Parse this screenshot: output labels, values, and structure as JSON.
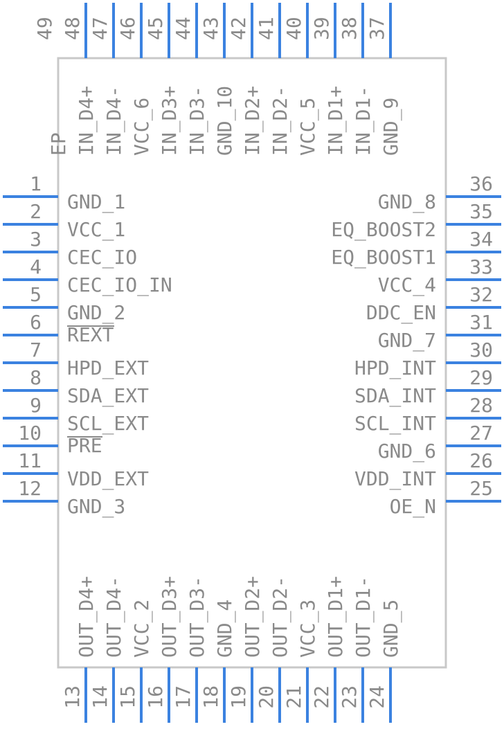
{
  "component": {
    "colors": {
      "body": "#c8c8c8",
      "pin": "#3b82e0",
      "text": "#8a8a8a",
      "background": "#ffffff"
    },
    "left_pins": [
      {
        "num": "1",
        "label": "GND_1"
      },
      {
        "num": "2",
        "label": "VCC_1"
      },
      {
        "num": "3",
        "label": "CEC_IO"
      },
      {
        "num": "4",
        "label": "CEC_IO_IN"
      },
      {
        "num": "5",
        "label": "GND_2"
      },
      {
        "num": "6",
        "label": "REXT",
        "overbar": true
      },
      {
        "num": "7",
        "label": "HPD_EXT"
      },
      {
        "num": "8",
        "label": "SDA_EXT"
      },
      {
        "num": "9",
        "label": "SCL_EXT"
      },
      {
        "num": "10",
        "label": "PRE",
        "overbar": true
      },
      {
        "num": "11",
        "label": "VDD_EXT"
      },
      {
        "num": "12",
        "label": "GND_3"
      }
    ],
    "right_pins": [
      {
        "num": "36",
        "label": "GND_8"
      },
      {
        "num": "35",
        "label": "EQ_BOOST2"
      },
      {
        "num": "34",
        "label": "EQ_BOOST1"
      },
      {
        "num": "33",
        "label": "VCC_4"
      },
      {
        "num": "32",
        "label": "DDC_EN"
      },
      {
        "num": "31",
        "label": "GND_7"
      },
      {
        "num": "30",
        "label": "HPD_INT"
      },
      {
        "num": "29",
        "label": "SDA_INT"
      },
      {
        "num": "28",
        "label": "SCL_INT"
      },
      {
        "num": "27",
        "label": "GND_6"
      },
      {
        "num": "26",
        "label": "VDD_INT"
      },
      {
        "num": "25",
        "label": "OE_N"
      }
    ],
    "top_pins": [
      {
        "num": "49",
        "label": "EP",
        "stub": false
      },
      {
        "num": "48",
        "label": "IN_D4+"
      },
      {
        "num": "47",
        "label": "IN_D4-"
      },
      {
        "num": "46",
        "label": "VCC_6"
      },
      {
        "num": "45",
        "label": "IN_D3+"
      },
      {
        "num": "44",
        "label": "IN_D3-"
      },
      {
        "num": "43",
        "label": "GND_10"
      },
      {
        "num": "42",
        "label": "IN_D2+"
      },
      {
        "num": "41",
        "label": "IN_D2-"
      },
      {
        "num": "40",
        "label": "VCC_5"
      },
      {
        "num": "39",
        "label": "IN_D1+"
      },
      {
        "num": "38",
        "label": "IN_D1-"
      },
      {
        "num": "37",
        "label": "GND_9"
      }
    ],
    "bottom_pins": [
      {
        "num": "13",
        "label": "OUT_D4+"
      },
      {
        "num": "14",
        "label": "OUT_D4-"
      },
      {
        "num": "15",
        "label": "VCC_2"
      },
      {
        "num": "16",
        "label": "OUT_D3+"
      },
      {
        "num": "17",
        "label": "OUT_D3-"
      },
      {
        "num": "18",
        "label": "GND_4"
      },
      {
        "num": "19",
        "label": "OUT_D2+"
      },
      {
        "num": "20",
        "label": "OUT_D2-"
      },
      {
        "num": "21",
        "label": "VCC_3"
      },
      {
        "num": "22",
        "label": "OUT_D1+"
      },
      {
        "num": "23",
        "label": "OUT_D1-"
      },
      {
        "num": "24",
        "label": "GND_5"
      }
    ]
  }
}
